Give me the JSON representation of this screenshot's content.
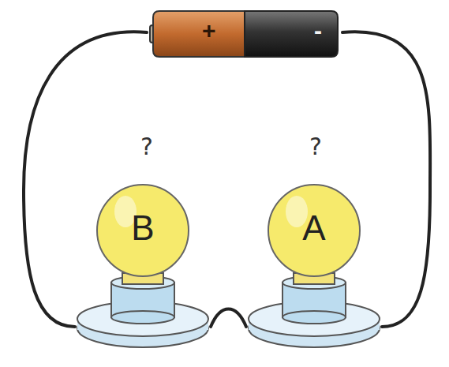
{
  "diagram": {
    "nodes": [
      {
        "text": [
          "+",
          "-"
        ]
      },
      {
        "text": [
          "B"
        ]
      },
      {
        "text": [
          "A"
        ]
      }
    ],
    "edges": [
      {
        "from": 0,
        "to": 1,
        "arrow": "none"
      },
      {
        "from": 1,
        "to": 2,
        "arrow": "none"
      },
      {
        "from": 2,
        "to": 0,
        "arrow": "none"
      }
    ],
    "labels": [
      "?",
      "?"
    ]
  }
}
